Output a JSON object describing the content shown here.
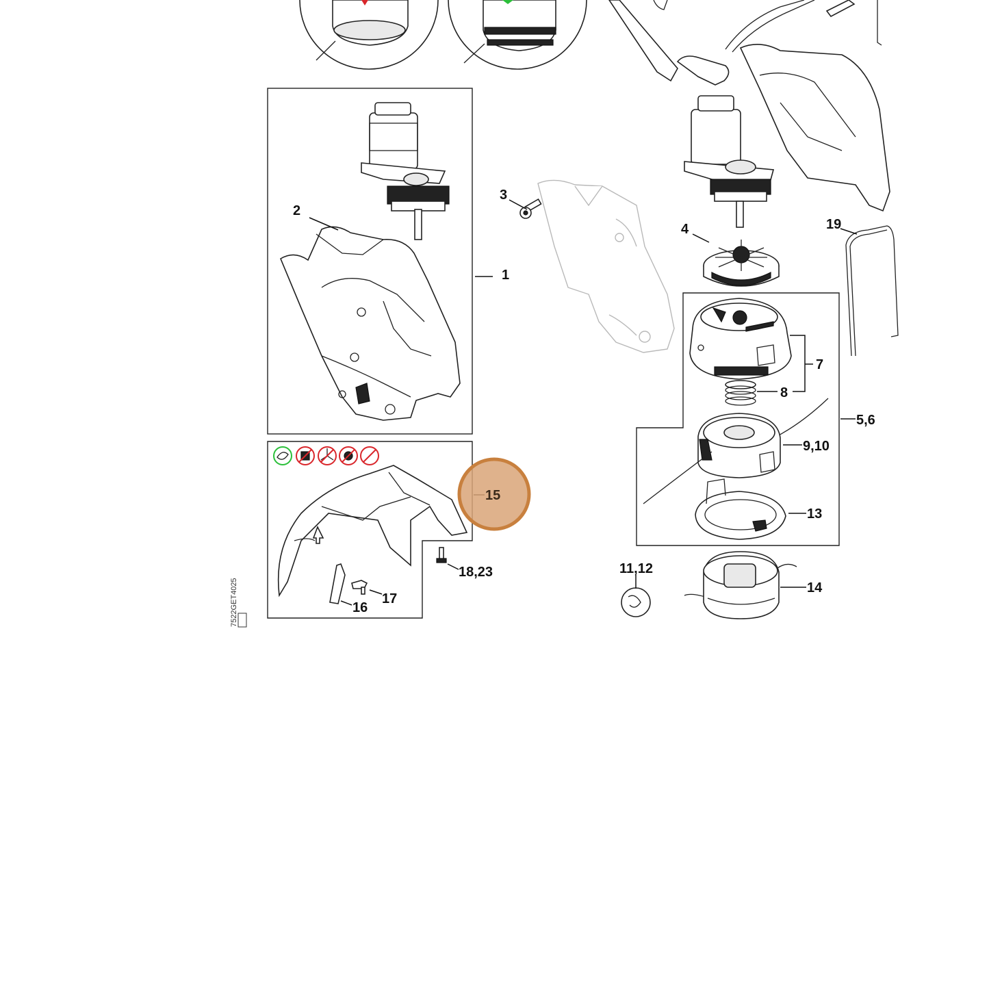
{
  "labels": {
    "p1": "1",
    "p2": "2",
    "p3": "3",
    "p4": "4",
    "p56": "5,6",
    "p7": "7",
    "p8": "8",
    "p910": "9,10",
    "p1112": "11,12",
    "p13": "13",
    "p14": "14",
    "p15": "15",
    "p16": "16",
    "p17": "17",
    "p1823": "18,23",
    "p19": "19"
  },
  "drawing_code": "7522GET4025",
  "colors": {
    "hotspot_fill": "#d9a578",
    "hotspot_ring": "#c8803e",
    "permitted_green": "#2bbf3a",
    "forbidden_red": "#d9262b"
  },
  "icons": {
    "permitted": "mowing-line-head-permitted-icon",
    "forbidden": [
      "blade-forbidden-icon",
      "three-tooth-blade-forbidden-icon",
      "saw-blade-forbidden-icon",
      "knife-forbidden-icon"
    ]
  }
}
